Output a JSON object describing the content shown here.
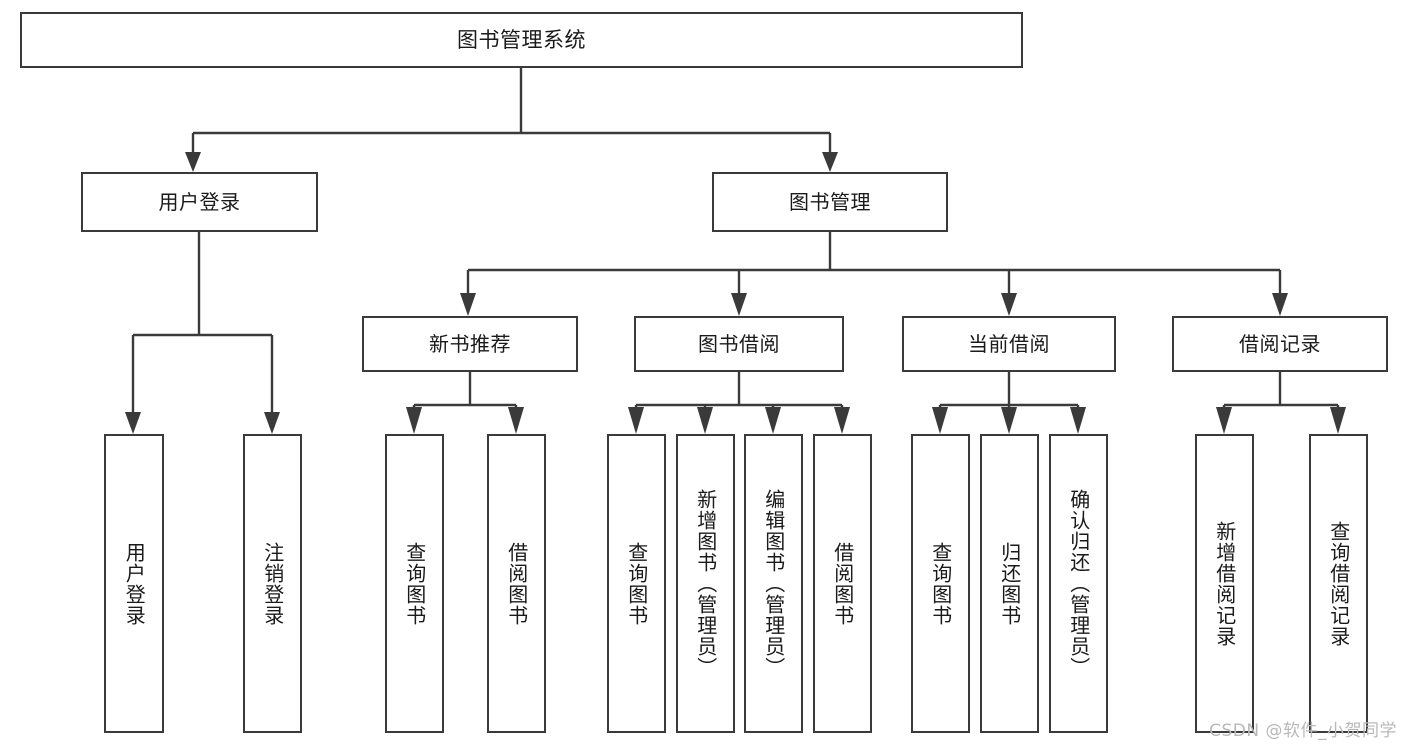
{
  "diagram": {
    "type": "tree",
    "title": "图书管理系统",
    "orientation": "top-down",
    "colors": {
      "background": "#ffffff",
      "box_fill": "#ffffff",
      "box_border": "#3a3a3a",
      "connector": "#3a3a3a",
      "text": "#1a1a1a",
      "watermark": "#b9b9b9"
    },
    "nodes": {
      "root": {
        "label": "图书管理系统",
        "level": 0
      },
      "l1": [
        {
          "id": "user-login",
          "label": "用户登录"
        },
        {
          "id": "book-manage",
          "label": "图书管理"
        }
      ],
      "l2": [
        {
          "id": "new-book-recommend",
          "label": "新书推荐",
          "parent": "book-manage"
        },
        {
          "id": "book-borrow",
          "label": "图书借阅",
          "parent": "book-manage"
        },
        {
          "id": "current-borrow",
          "label": "当前借阅",
          "parent": "book-manage"
        },
        {
          "id": "borrow-record",
          "label": "借阅记录",
          "parent": "book-manage"
        }
      ],
      "leaves": [
        {
          "id": "leaf-user-login",
          "label": "用户登录",
          "parent": "user-login"
        },
        {
          "id": "leaf-logout-login",
          "label": "注销登录",
          "parent": "user-login"
        },
        {
          "id": "leaf-query-book-1",
          "label": "查询图书",
          "parent": "new-book-recommend"
        },
        {
          "id": "leaf-borrow-book-1",
          "label": "借阅图书",
          "parent": "new-book-recommend"
        },
        {
          "id": "leaf-query-book-2",
          "label": "查询图书",
          "parent": "book-borrow"
        },
        {
          "id": "leaf-add-book",
          "label": "新增图书（管理员）",
          "parent": "book-borrow"
        },
        {
          "id": "leaf-edit-book",
          "label": "编辑图书（管理员）",
          "parent": "book-borrow"
        },
        {
          "id": "leaf-borrow-book-2",
          "label": "借阅图书",
          "parent": "book-borrow"
        },
        {
          "id": "leaf-query-book-3",
          "label": "查询图书",
          "parent": "current-borrow"
        },
        {
          "id": "leaf-return-book",
          "label": "归还图书",
          "parent": "current-borrow"
        },
        {
          "id": "leaf-confirm-return",
          "label": "确认归还（管理员）",
          "parent": "current-borrow"
        },
        {
          "id": "leaf-add-record",
          "label": "新增借阅记录",
          "parent": "borrow-record"
        },
        {
          "id": "leaf-query-record",
          "label": "查询借阅记录",
          "parent": "borrow-record"
        }
      ]
    }
  },
  "watermark": {
    "text": "CSDN @软件_小贺同学"
  }
}
